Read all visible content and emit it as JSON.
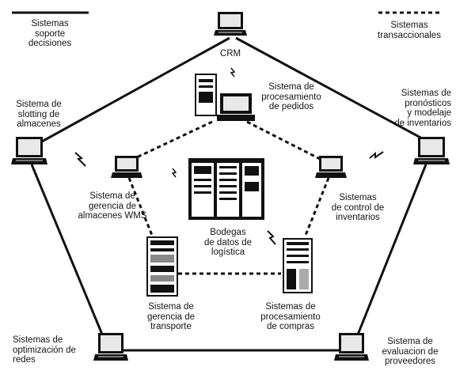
{
  "legend": {
    "solid": "Sistemas\nsoporte\ndecisiones",
    "dashed": "Sistemas\ntransaccionales"
  },
  "outer": {
    "crm": "CRM",
    "slotting": "Sistema de\nslotting de\nalmacenes",
    "pronosticos": "Sistemas de\npronósticos\ny modelaje\nde inventarios",
    "optimizacion": "Sistemas de\noptimización de\nredes",
    "proveedores": "Sistema de\nevaluacion de\nproveedores"
  },
  "inner": {
    "pedidos": "Sistema de\nprocesamiento\nde pedidos",
    "wms": "Sistema de\ngerencia de\nalmacenes WMS",
    "inventarios": "Sistemas\nde control de\ninventarios",
    "transporte": "Sistema de\ngerencia de\ntransporte",
    "compras": "Sistemas de\nprocesamiento\nde compras"
  },
  "center": {
    "bodegas": "Bodegas\nde datos de\nlogística"
  },
  "colors": {
    "line": "#111111",
    "screen": "#e8e8e8"
  }
}
